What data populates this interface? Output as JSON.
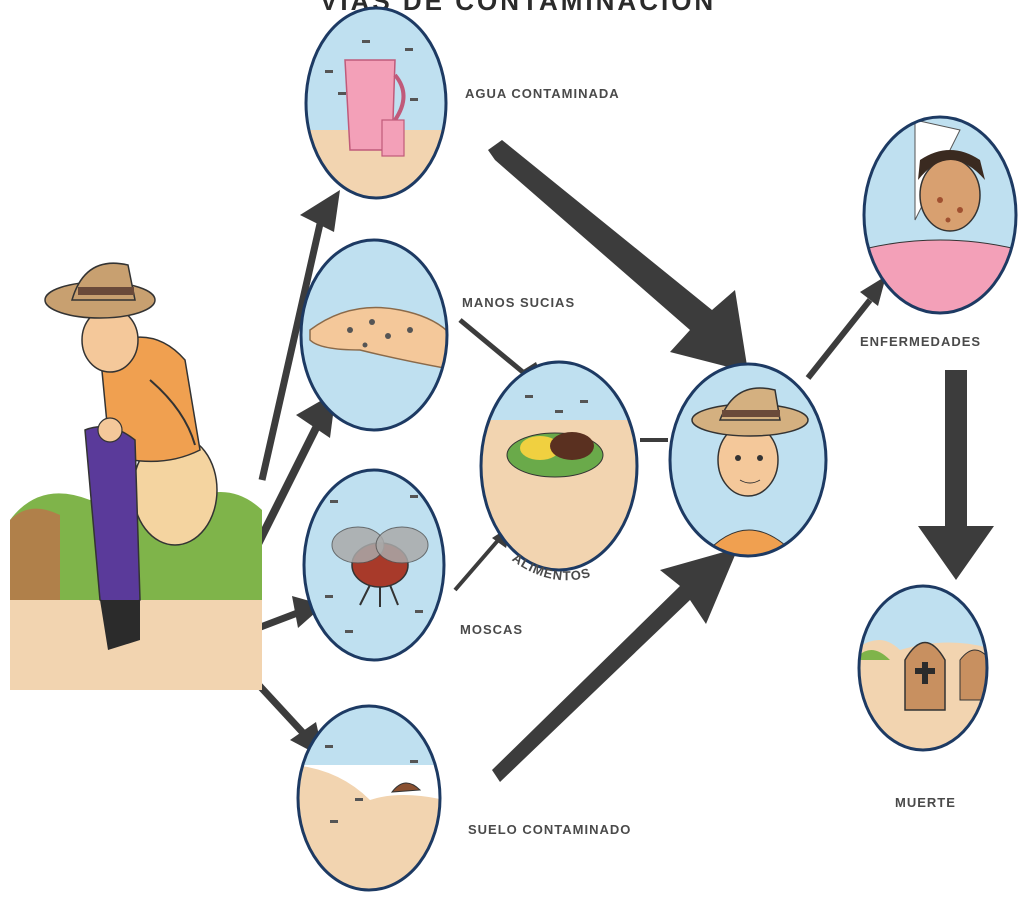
{
  "title": "VIAS DE CONTAMINACION",
  "nodes": {
    "agua": {
      "label": "AGUA CONTAMINADA",
      "icon": "water-jug-icon"
    },
    "manos": {
      "label": "MANOS  SUCIAS",
      "icon": "dirty-hand-icon"
    },
    "moscas": {
      "label": "MOSCAS",
      "icon": "fly-icon"
    },
    "suelo": {
      "label": "SUELO CONTAMINADO",
      "icon": "soil-icon"
    },
    "alimentos": {
      "label": "ALIMENTOS",
      "icon": "food-plate-icon"
    },
    "persona": {
      "label": "",
      "icon": "person-hat-icon"
    },
    "enfermedades": {
      "label": "ENFERMEDADES",
      "icon": "sick-person-icon"
    },
    "muerte": {
      "label": "MUERTE",
      "icon": "grave-icon"
    }
  },
  "colors": {
    "sky": "#bfe0f0",
    "sand": "#f2d4b0",
    "outline": "#1d3a63",
    "arrow": "#3c3c3c",
    "pink": "#f3a0b8",
    "shirt": "#f0a050",
    "pants": "#5a3a9a",
    "grass": "#7fb44a"
  }
}
